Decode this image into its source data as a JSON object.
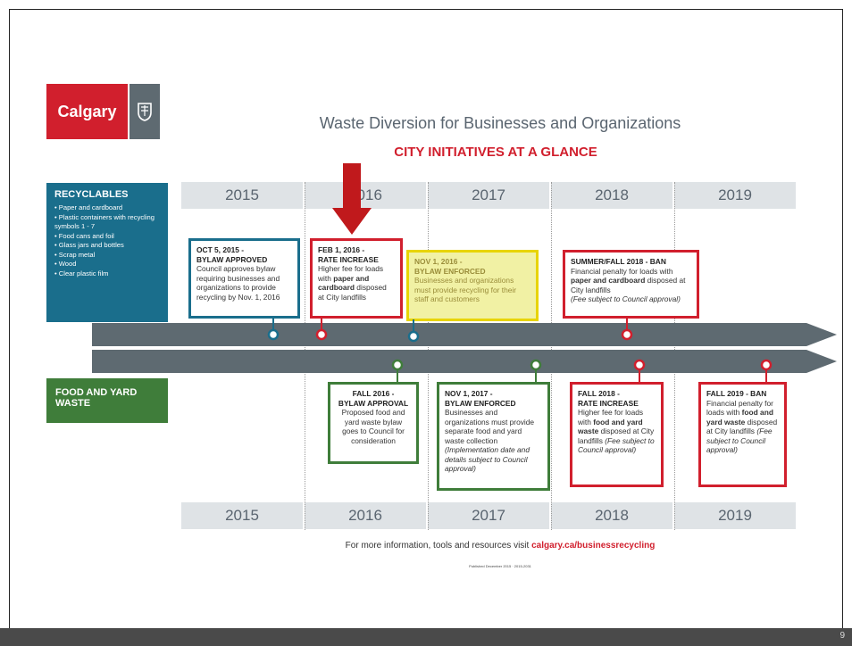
{
  "logo": {
    "wordmark": "Calgary"
  },
  "title": "Waste Diversion for Businesses and Organizations",
  "subtitle": "CITY INITIATIVES AT A GLANCE",
  "years": [
    "2015",
    "2016",
    "2017",
    "2018",
    "2019"
  ],
  "recyclables": {
    "heading": "RECYCLABLES",
    "items": [
      "Paper and cardboard",
      "Plastic containers with recycling symbols 1 - 7",
      "Food cans and foil",
      "Glass jars and bottles",
      "Scrap metal",
      "Wood",
      "Clear plastic film"
    ]
  },
  "food_yard": {
    "heading": "FOOD AND YARD WASTE"
  },
  "events_top": [
    {
      "date": "OCT 5, 2015 -",
      "head": "BYLAW APPROVED",
      "body": "Council approves bylaw requiring businesses and organizations to provide recycling by Nov. 1, 2016"
    },
    {
      "date": "FEB 1, 2016 -",
      "head": "RATE INCREASE",
      "body_pre": "Higher fee for loads with ",
      "body_bold": "paper and cardboard",
      "body_post": " disposed at City landfills"
    },
    {
      "date": "NOV 1, 2016 -",
      "head": "BYLAW ENFORCED",
      "body": "Businesses and organizations must provide recycling for their staff and customers"
    },
    {
      "date": "SUMMER/FALL 2018 - BAN",
      "body_pre": "Financial penalty for loads with ",
      "body_bold": "paper and cardboard",
      "body_post": " disposed at City landfills",
      "note": "(Fee subject to Council approval)"
    }
  ],
  "events_bottom": [
    {
      "date": "FALL 2016 -",
      "head": "BYLAW APPROVAL",
      "body": "Proposed food and yard waste bylaw goes to Council for consideration"
    },
    {
      "date": "NOV 1, 2017 -",
      "head": "BYLAW ENFORCED",
      "body": "Businesses and organizations must provide separate food and yard waste collection",
      "note": "(Implementation date and details subject to Council approval)"
    },
    {
      "date": "FALL 2018 -",
      "head": "RATE INCREASE",
      "body_pre": "Higher fee for loads with ",
      "body_bold": "food and yard waste",
      "body_post": " disposed at City landfills ",
      "note": "(Fee subject to Council approval)"
    },
    {
      "date": "FALL 2019 - BAN",
      "body_pre": "Financial penalty for loads with ",
      "body_bold": "food and yard waste",
      "body_post": " disposed at City landfills ",
      "note": "(Fee subject to Council approval)"
    }
  ],
  "footer": {
    "text": "For more information, tools and resources visit ",
    "link": "calgary.ca/businessrecycling",
    "published": "Published December 2015 · 2015-2031"
  },
  "slide_number": "9",
  "colors": {
    "red": "#d11f2d",
    "blue": "#1a6e8c",
    "green": "#3f7d3a",
    "gray": "#5e6a71",
    "yellow": "#e8d400"
  }
}
